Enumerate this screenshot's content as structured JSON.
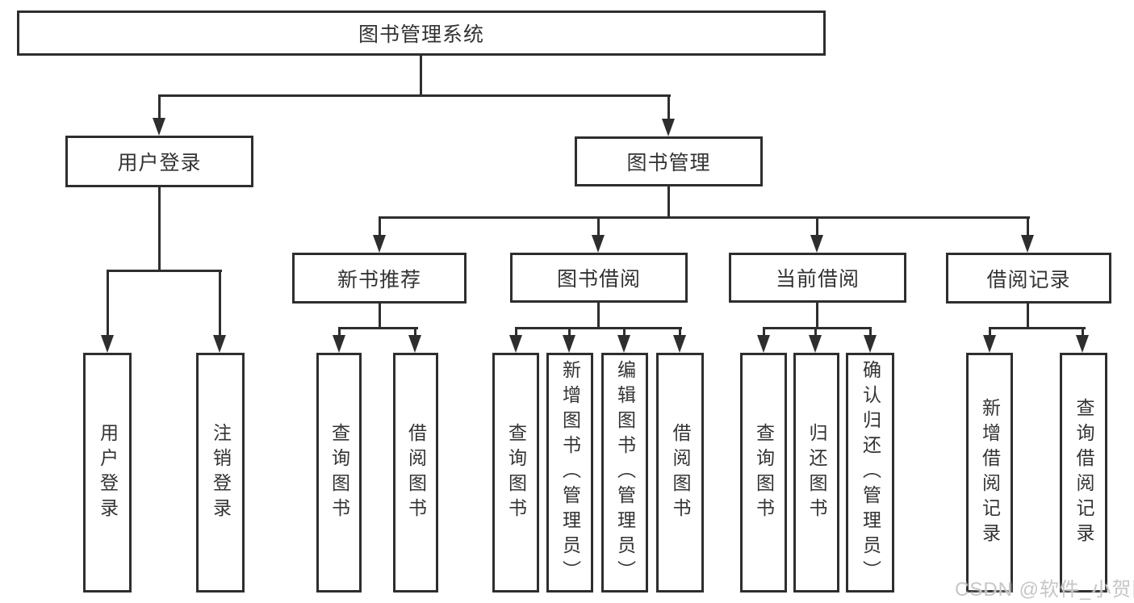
{
  "colors": {
    "line": "#2e2e2e",
    "text": "#333333",
    "background": "#ffffff",
    "watermark": "#c6c6c6"
  },
  "watermark": "CSDN @软件_小贺同学",
  "tree": {
    "label": "图书管理系统",
    "children": [
      {
        "label": "用户登录",
        "children": [
          {
            "label": "用户登录"
          },
          {
            "label": "注销登录"
          }
        ]
      },
      {
        "label": "图书管理",
        "children": [
          {
            "label": "新书推荐",
            "children": [
              {
                "label": "查询图书"
              },
              {
                "label": "借阅图书"
              }
            ]
          },
          {
            "label": "图书借阅",
            "children": [
              {
                "label": "查询图书"
              },
              {
                "label": "新增图书（管理员）"
              },
              {
                "label": "编辑图书（管理员）"
              },
              {
                "label": "借阅图书"
              }
            ]
          },
          {
            "label": "当前借阅",
            "children": [
              {
                "label": "查询图书"
              },
              {
                "label": "归还图书"
              },
              {
                "label": "确认归还（管理员）"
              }
            ]
          },
          {
            "label": "借阅记录",
            "children": [
              {
                "label": "新增借阅记录"
              },
              {
                "label": "查询借阅记录"
              }
            ]
          }
        ]
      }
    ]
  }
}
